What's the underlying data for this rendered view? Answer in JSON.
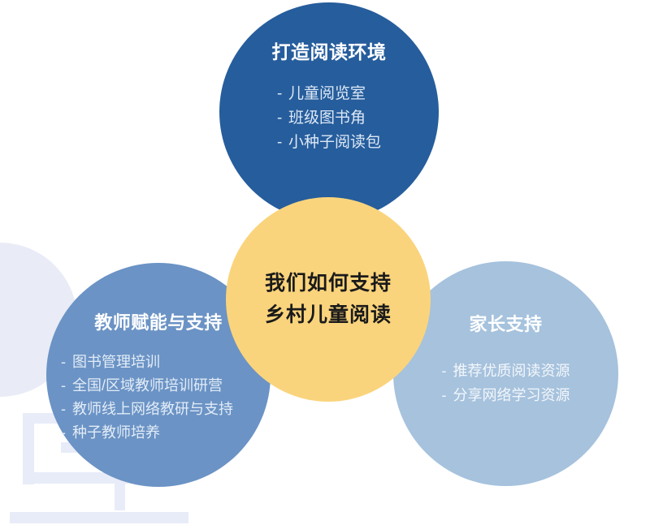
{
  "background": {
    "color": "#ffffff",
    "decor": {
      "ring_color": "#e9ebf6",
      "watermark_color": "#e8ecf8"
    }
  },
  "center": {
    "name": "center-bubble",
    "color": "#fad47c",
    "title_line1": "我们如何支持",
    "title_line2": "乡村儿童阅读",
    "text_color": "#1a1a1a"
  },
  "bubbles": [
    {
      "id": "environment",
      "title": "打造阅读环境",
      "color": "#265d9c",
      "text_color": "#ffffff",
      "items": [
        "儿童阅览室",
        "班级图书角",
        "小种子阅读包"
      ]
    },
    {
      "id": "teacher",
      "title": "教师赋能与支持",
      "color": "#6b93c5",
      "text_color": "#ffffff",
      "items": [
        "图书管理培训",
        "全国/区域教师培训研营",
        "教师线上网络教研与支持",
        "种子教师培养"
      ]
    },
    {
      "id": "parent",
      "title": "家长支持",
      "color": "#a6c2dd",
      "text_color": "#ffffff",
      "items": [
        "推荐优质阅读资源",
        "分享网络学习资源"
      ]
    }
  ],
  "bullet": {
    "marker": "-"
  }
}
